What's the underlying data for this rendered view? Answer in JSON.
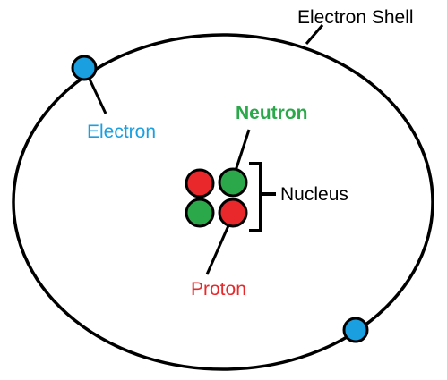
{
  "labels": {
    "electron_shell": "Electron Shell",
    "electron": "Electron",
    "neutron": "Neutron",
    "nucleus": "Nucleus",
    "proton": "Proton"
  },
  "colors": {
    "electron": "#1a9fe0",
    "neutron": "#2aa84a",
    "proton": "#e8282b",
    "outline": "#000000",
    "electron_label": "#1a9fe0",
    "neutron_label": "#2aa84a",
    "proton_label": "#e8282b"
  }
}
